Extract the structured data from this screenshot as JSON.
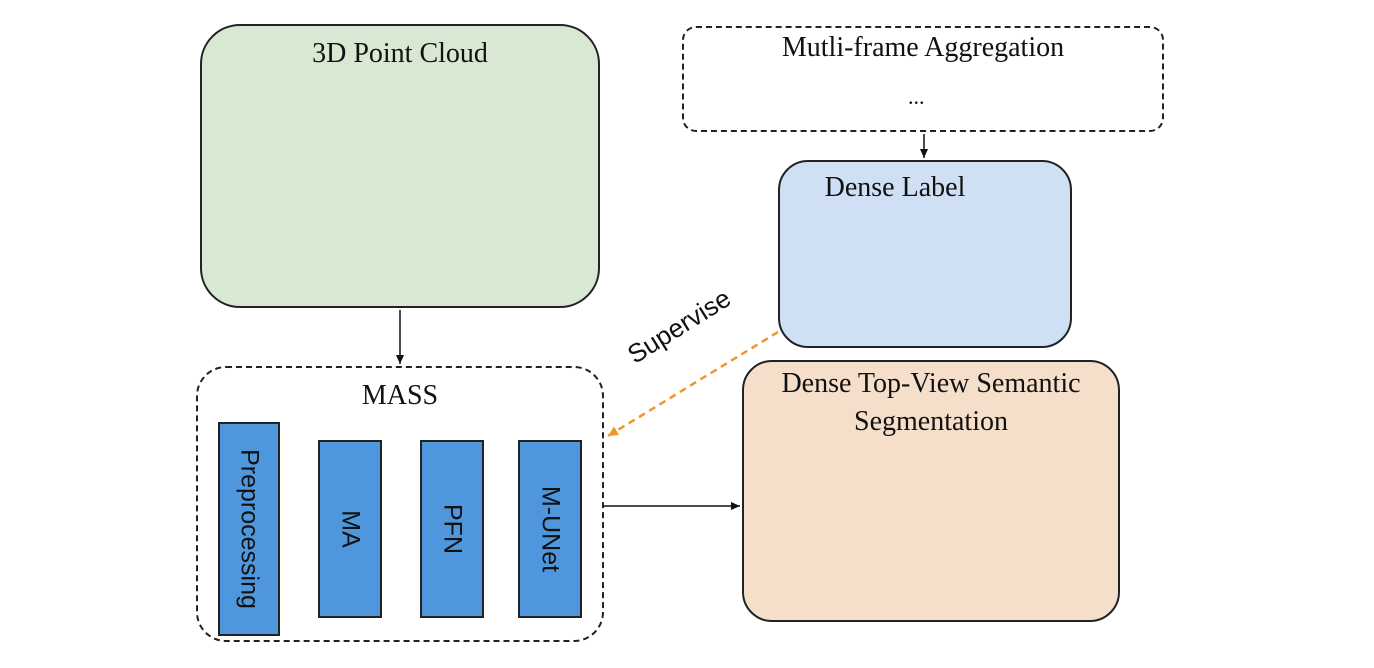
{
  "nodes": {
    "point_cloud": {
      "title": "3D Point Cloud"
    },
    "aggregation": {
      "title": "Mutli-frame Aggregation",
      "ellipsis": "..."
    },
    "dense_label": {
      "title": "Dense Label"
    },
    "mass": {
      "title": "MASS",
      "modules": [
        "Preprocessing",
        "MA",
        "PFN",
        "M-UNet"
      ]
    },
    "segmentation": {
      "title_line1": "Dense Top-View Semantic",
      "title_line2": "Segmentation"
    }
  },
  "edges": {
    "supervise_label": "Supervise",
    "supervise_color": "#f0962e"
  },
  "colors": {
    "point_cloud_bg": "#d8e8d2",
    "dense_label_bg": "#cfe0f5",
    "segmentation_bg": "#f6dfca",
    "module_fill": "#4f97dc",
    "class_road": "#e040e0",
    "class_vegetation": "#6cc14a",
    "class_terrain": "#a8e07a",
    "class_car": "#2a36d8",
    "class_building": "#7a2a6a",
    "class_fence": "#f0b040"
  }
}
